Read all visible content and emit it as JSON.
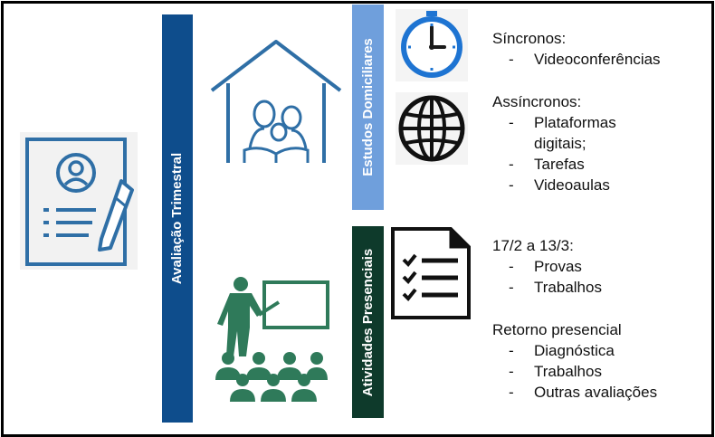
{
  "colors": {
    "navy": "#0e4d8c",
    "light_blue": "#6f9fdc",
    "dark_green": "#0e3a2b",
    "icon_blue": "#2f6fa6",
    "icon_green": "#2f7a5a",
    "clock_blue": "#1e74d2"
  },
  "main_label": "Avaliação Trimestral",
  "home": {
    "label": "Estudos Domiciliares",
    "sync_title": "Síncronos:",
    "sync_items": [
      "Videoconferências"
    ],
    "async_title": "Assíncronos:",
    "async_items": [
      "Plataformas digitais;",
      "Tarefas",
      "Videoaulas"
    ]
  },
  "presential": {
    "label": "Atividades Presenciais",
    "period_title": "17/2 a 13/3:",
    "period_items": [
      "Provas",
      "Trabalhos"
    ],
    "return_title": "Retorno presencial",
    "return_items": [
      "Diagnóstica",
      "Trabalhos",
      "Outras avaliações"
    ]
  },
  "dash": "-",
  "icons": [
    "evaluation-form-icon",
    "family-home-icon",
    "teacher-class-icon",
    "clock-icon",
    "globe-icon",
    "checklist-icon"
  ]
}
